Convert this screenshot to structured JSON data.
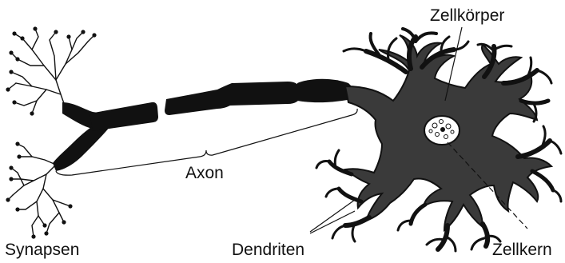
{
  "labels": {
    "cell_body": "Zellkörper",
    "axon": "Axon",
    "synapses": "Synapsen",
    "dendrites": "Dendriten",
    "nucleus": "Zellkern"
  },
  "colors": {
    "ink": "#111111",
    "cytoplasm": "#3a3a3a",
    "background": "#ffffff"
  }
}
